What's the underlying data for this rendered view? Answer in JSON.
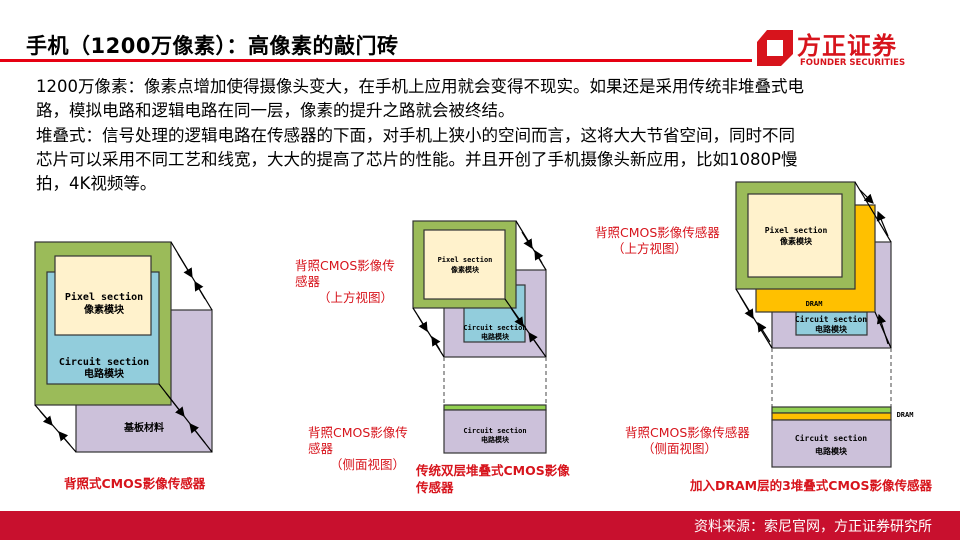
{
  "header": {
    "title": "手机（1200万像素）：高像素的敲门砖"
  },
  "logo": {
    "cn": "方正证券",
    "en": "FOUNDER SECURITIES"
  },
  "body": {
    "lines": [
      "1200万像素：像素点增加使得摄像头变大，在手机上应用就会变得不现实。如果还是采用传统非堆叠式电",
      "路，模拟电路和逻辑电路在同一层，像素的提升之路就会被终结。",
      "堆叠式：信号处理的逻辑电路在传感器的下面，对手机上狭小的空间而言，这将大大节省空间，同时不同",
      "芯片可以采用不同工艺和线宽，大大的提高了芯片的性能。并且开创了手机摄像头新应用，比如1080P慢",
      "拍，4K视频等。"
    ]
  },
  "diagram1": {
    "pixel_en": "Pixel section",
    "pixel_cn": "像素模块",
    "circuit_en": "Circuit section",
    "circuit_cn": "电路模块",
    "substrate": "基板材料",
    "caption": "背照式CMOS影像传感器"
  },
  "diagram2": {
    "top_label_1": "背照CMOS影像传",
    "top_label_2": "感器",
    "top_label_3": "（上方视图）",
    "side_label_1": "背照CMOS影像传",
    "side_label_2": "感器",
    "side_label_3": "（侧面视图）",
    "pixel_en": "Pixel section",
    "pixel_cn": "像素模块",
    "circuit_en": "Circuit section",
    "circuit_cn": "电路模块",
    "side_en": "Circuit section",
    "side_cn": "电路模块",
    "caption_1": "传统双层堆叠式CMOS影像",
    "caption_2": "传感器"
  },
  "diagram3": {
    "top_label_1": "背照CMOS影像传感器",
    "top_label_2": "（上方视图）",
    "side_label_1": "背照CMOS影像传感器",
    "side_label_2": "（侧面视图）",
    "pixel_en": "Pixel section",
    "pixel_cn": "像素模块",
    "dram": "DRAM",
    "circuit_en": "Circuit section",
    "circuit_cn": "电路模块",
    "side_dram": "DRAM",
    "side_en": "Circuit section",
    "side_cn": "电路模块",
    "caption": "加入DRAM层的3堆叠式CMOS影像传感器"
  },
  "footer": {
    "source": "资料来源：索尼官网，方正证券研究所"
  },
  "colors": {
    "brand_red": "#d7141c",
    "green": "#9bbb59",
    "cream": "#fff2cc",
    "blue": "#92cddc",
    "purple": "#ccc1da",
    "orange": "#ffc000",
    "side_green": "#92d050"
  }
}
